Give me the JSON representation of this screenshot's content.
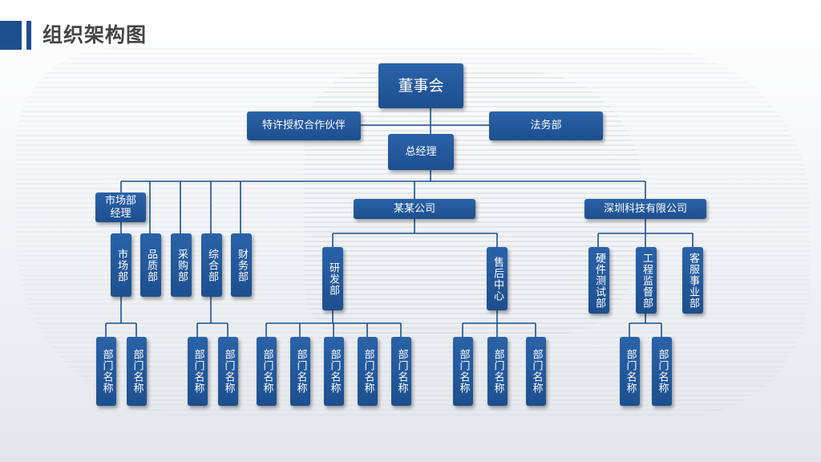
{
  "title": "组织架构图",
  "board": "董事会",
  "partner": "特许授权合作伙伴",
  "legal": "法务部",
  "gm": "总经理",
  "market_manager": "市场部\n经理",
  "left_depts": [
    "市场部",
    "品质部",
    "采购部",
    "综合部",
    "财务部"
  ],
  "company_a": {
    "name": "某某公司",
    "depts": [
      "研发部",
      "售后中心"
    ]
  },
  "company_b": {
    "name": "深圳科技有限公司",
    "depts": [
      "硬件测试部",
      "工程监督部",
      "客服事业部"
    ]
  },
  "sub_label": "部门名称",
  "colors": {
    "box": "#1d4f8f",
    "line": "#1d4f8f",
    "title": "#444444"
  }
}
